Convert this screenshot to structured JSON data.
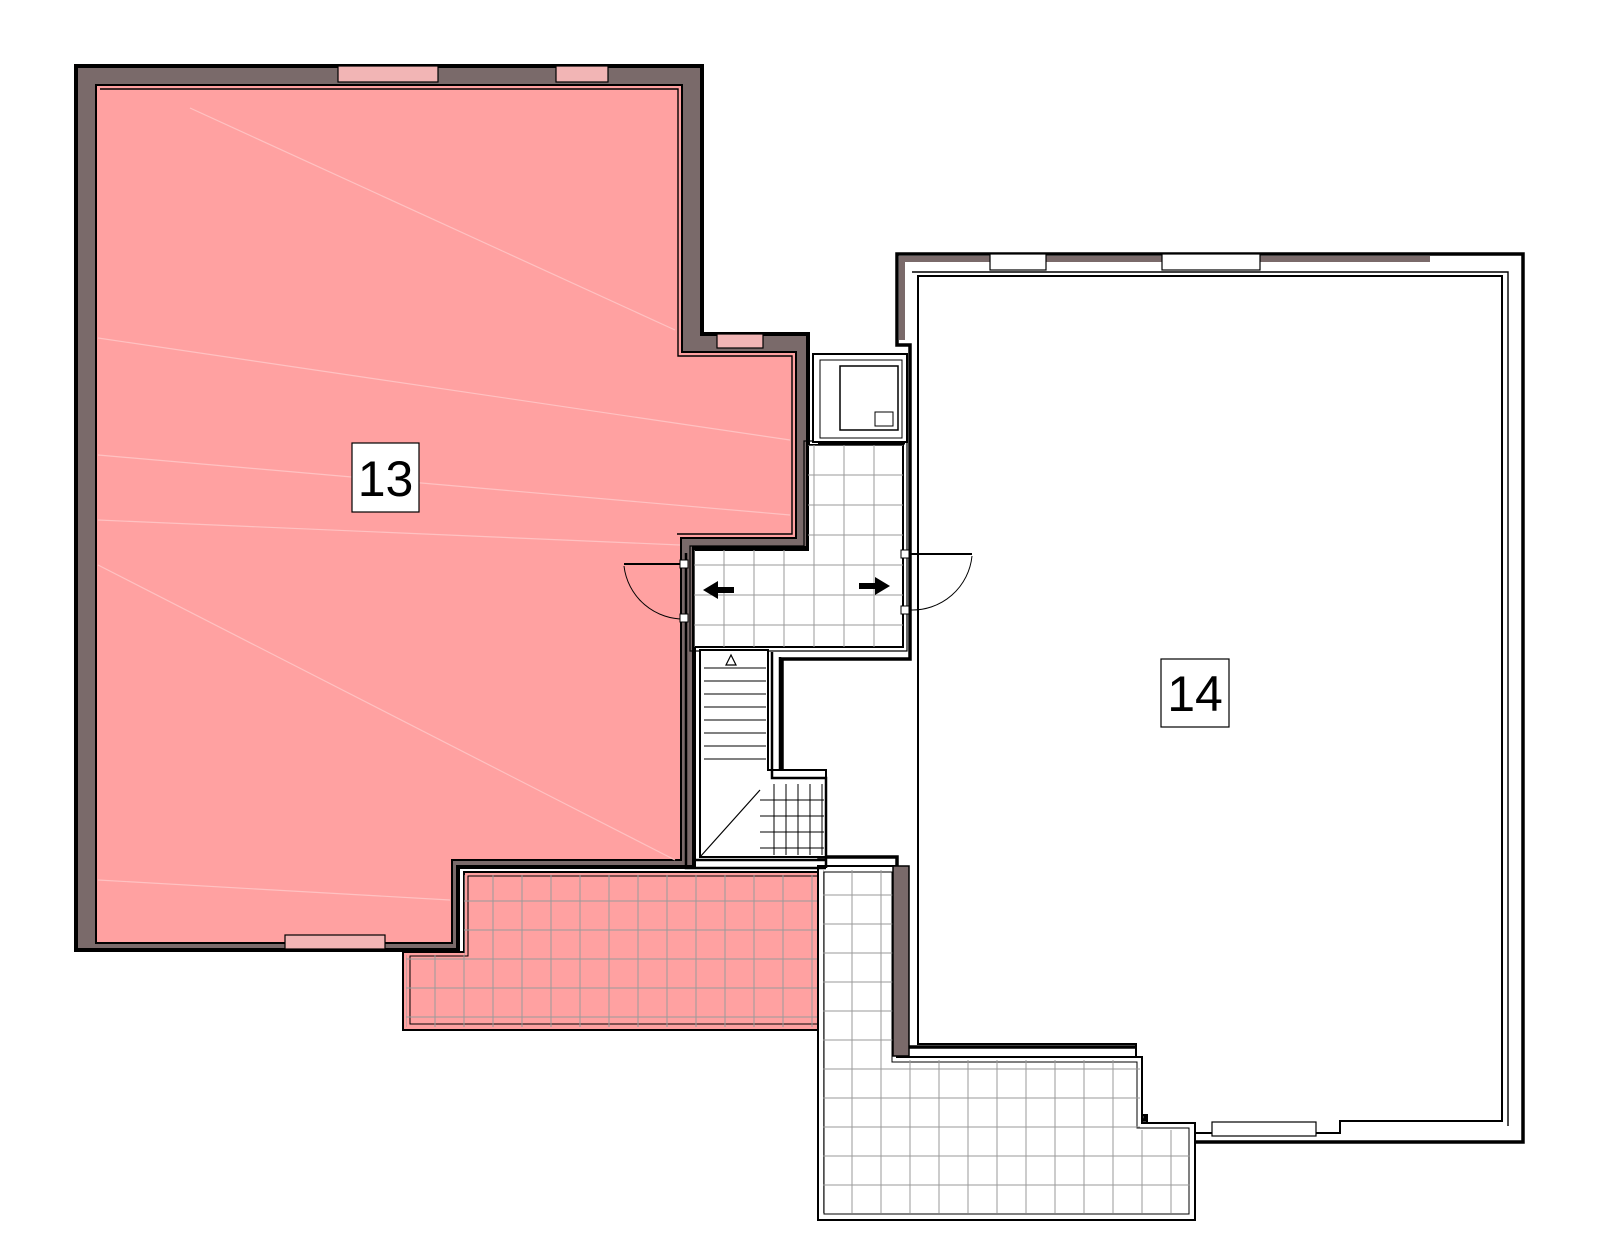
{
  "units": [
    {
      "id": "13",
      "label": "13",
      "highlighted": true
    },
    {
      "id": "14",
      "label": "14",
      "highlighted": false
    }
  ],
  "colors": {
    "highlight_fill": "#ffa1a1",
    "wall_hatch": "#7a6a6a",
    "window": "#f2b5b5",
    "grid": "#9a9a9a",
    "line": "#000000"
  },
  "icons": [
    "arrow-left-icon",
    "arrow-right-icon",
    "stair-up-icon",
    "elevator-icon"
  ]
}
